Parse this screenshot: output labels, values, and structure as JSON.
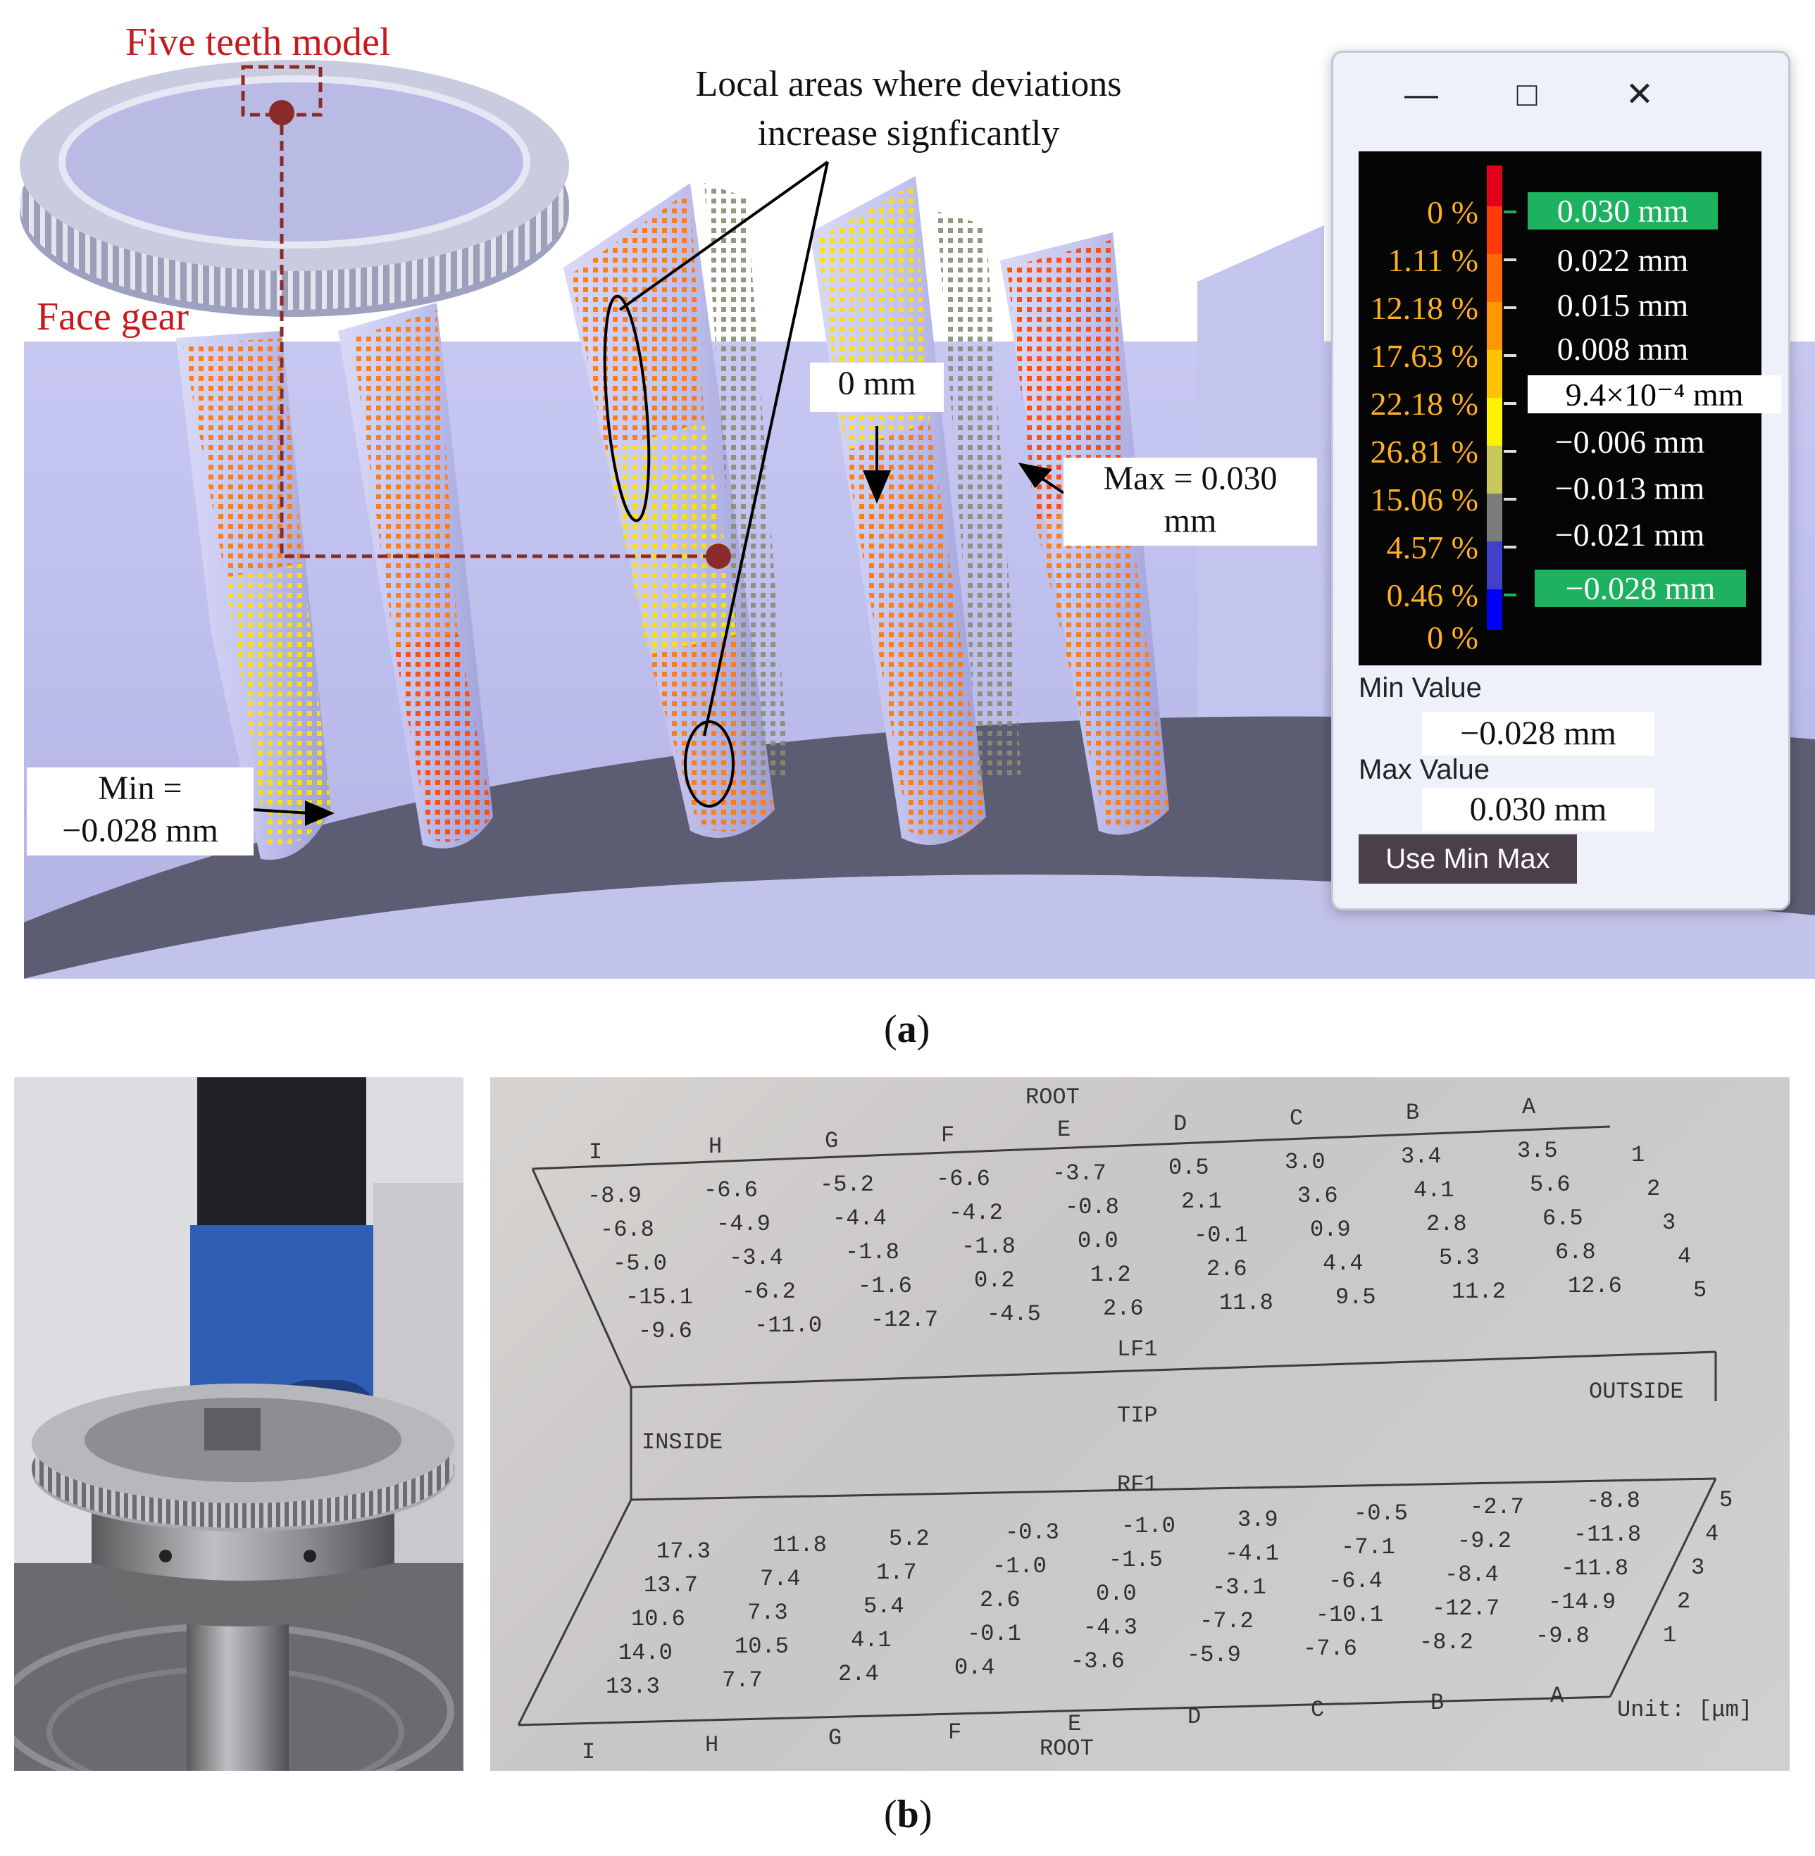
{
  "panel_a": {
    "inset_title": "Five teeth model",
    "face_gear_label": "Face gear",
    "local_areas_line1": "Local areas where  deviations",
    "local_areas_line2": "increase signficantly",
    "zero_label": "0 mm",
    "max_line1": "Max = 0.030",
    "max_line2": "mm",
    "min_line1": "Min =",
    "min_line2": "−0.028 mm",
    "caption": "(a)",
    "caption_letter": "a",
    "legend": {
      "window_buttons": [
        "—",
        "□",
        "✕"
      ],
      "percentages": [
        "0 %",
        "1.11 %",
        "12.18 %",
        "17.63 %",
        "22.18 %",
        "26.81 %",
        "15.06 %",
        "4.57 %",
        "0.46 %",
        "0 %"
      ],
      "values": [
        "0.030 mm",
        "0.022 mm",
        "0.015 mm",
        "0.008 mm",
        "9.4×10⁻⁴ mm",
        "−0.006 mm",
        "−0.013 mm",
        "−0.021 mm",
        "−0.028 mm"
      ],
      "swatch_colors": [
        "#e3001b",
        "#ff3b0a",
        "#ff6a00",
        "#ff9800",
        "#ffc400",
        "#fff200",
        "#c8c85a",
        "#7c7c7c",
        "#4040c8",
        "#0000ff"
      ],
      "min_label": "Min Value",
      "min_value": "−0.028 mm",
      "max_label": "Max Value",
      "max_value": "0.030 mm",
      "button": "Use Min Max"
    }
  },
  "panel_b": {
    "caption": "(b)",
    "caption_letter": "b",
    "printout": {
      "root_top": "ROOT",
      "root_bottom": "ROOT",
      "columns": [
        "I",
        "H",
        "G",
        "F",
        "E",
        "D",
        "C",
        "B",
        "A"
      ],
      "lf_label": "LF1",
      "rf_label": "RF1",
      "tip": "TIP",
      "inside": "INSIDE",
      "outside": "OUTSIDE",
      "unit": "Unit: [μm]",
      "lf_rows": [
        {
          "row": "1",
          "values": [
            "-8.9",
            "-6.6",
            "-5.2",
            "-6.6",
            "-3.7",
            "0.5",
            "3.0",
            "3.4",
            "3.5"
          ]
        },
        {
          "row": "2",
          "values": [
            "-6.8",
            "-4.9",
            "-4.4",
            "-4.2",
            "-0.8",
            "2.1",
            "3.6",
            "4.1",
            "5.6"
          ]
        },
        {
          "row": "3",
          "values": [
            "-5.0",
            "-3.4",
            "-1.8",
            "-1.8",
            "0.0",
            "-0.1",
            "0.9",
            "2.8",
            "6.5"
          ]
        },
        {
          "row": "4",
          "values": [
            "-15.1",
            "-6.2",
            "-1.6",
            "0.2",
            "1.2",
            "2.6",
            "4.4",
            "5.3",
            "6.8"
          ]
        },
        {
          "row": "5",
          "values": [
            "-9.6",
            "-11.0",
            "-12.7",
            "-4.5",
            "2.6",
            "11.8",
            "9.5",
            "11.2",
            "12.6"
          ]
        }
      ],
      "rf_rows": [
        {
          "row": "5",
          "values": [
            "17.3",
            "11.8",
            "5.2",
            "-0.3",
            "-1.0",
            "3.9",
            "-0.5",
            "-2.7",
            "-8.8"
          ]
        },
        {
          "row": "4",
          "values": [
            "13.7",
            "7.4",
            "1.7",
            "-1.0",
            "-1.5",
            "-4.1",
            "-7.1",
            "-9.2",
            "-11.8"
          ]
        },
        {
          "row": "3",
          "values": [
            "10.6",
            "7.3",
            "5.4",
            "2.6",
            "0.0",
            "-3.1",
            "-6.4",
            "-8.4",
            "-11.8"
          ]
        },
        {
          "row": "2",
          "values": [
            "14.0",
            "10.5",
            "4.1",
            "-0.1",
            "-4.3",
            "-7.2",
            "-10.1",
            "-12.7",
            "-14.9"
          ]
        },
        {
          "row": "1",
          "values": [
            "13.3",
            "7.7",
            "2.4",
            "0.4",
            "-3.6",
            "-5.9",
            "-7.6",
            "-8.2",
            "-9.8"
          ]
        }
      ]
    }
  }
}
